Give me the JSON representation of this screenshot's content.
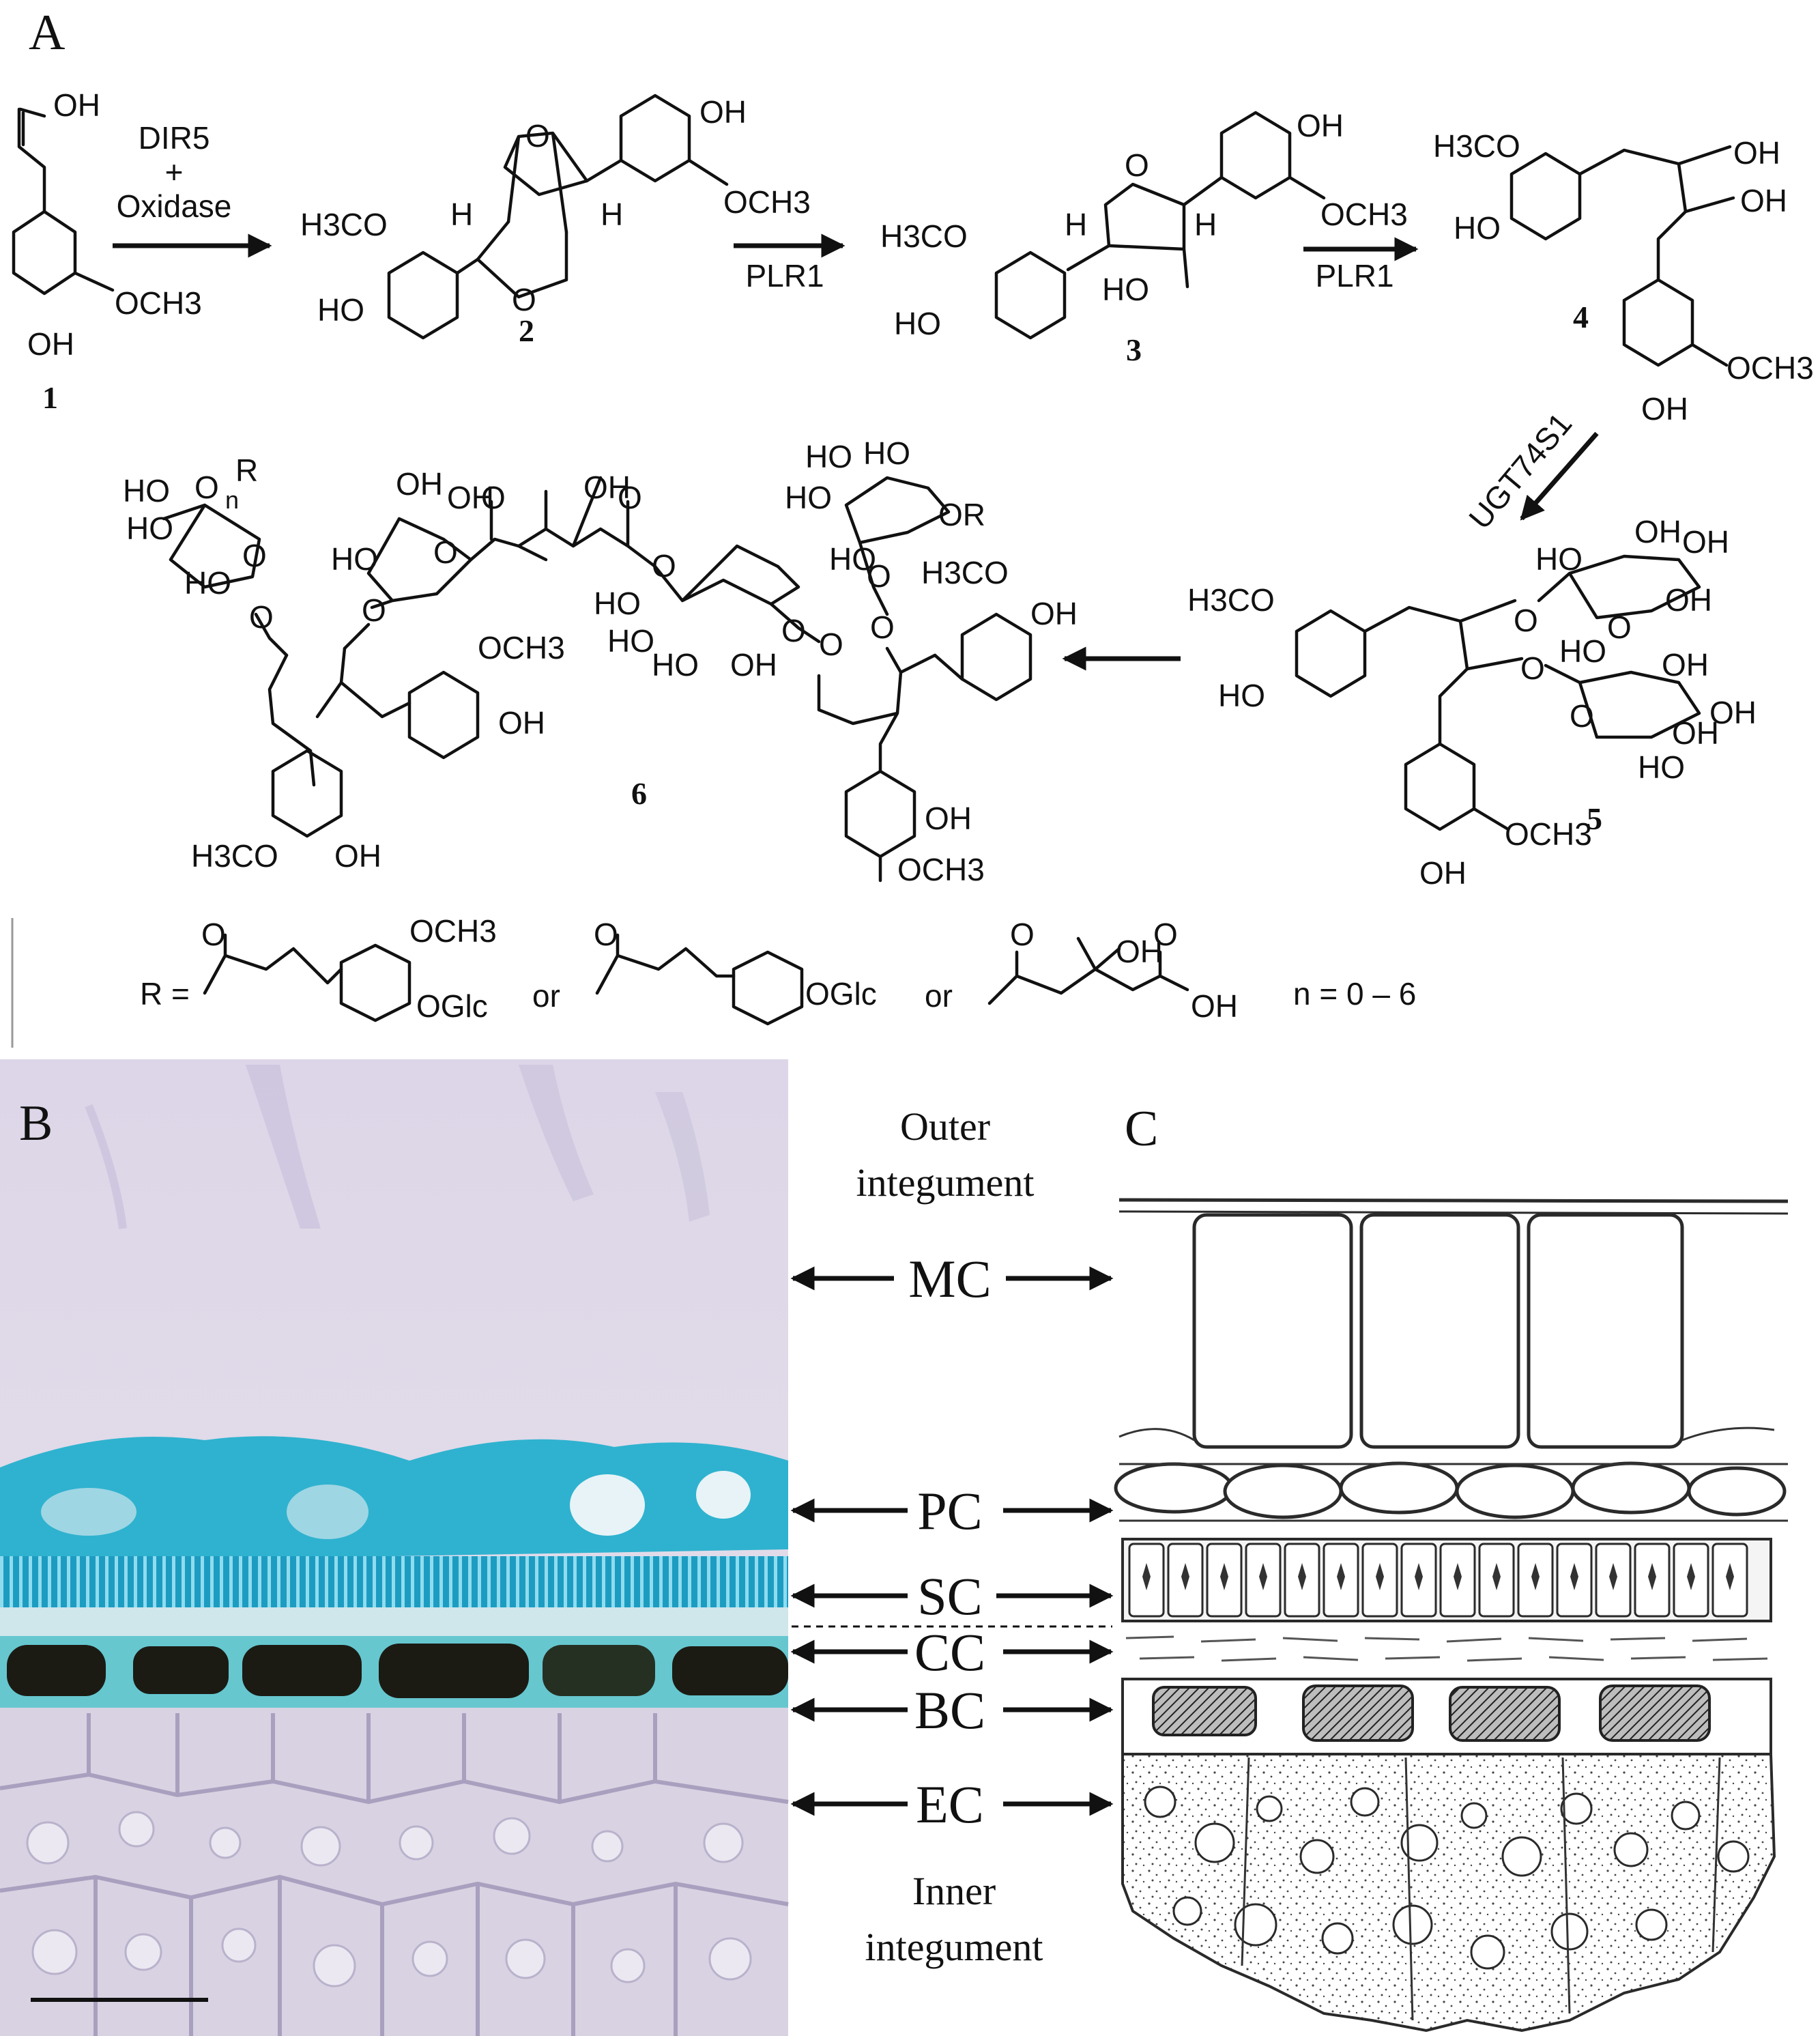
{
  "panels": {
    "a": "A",
    "b": "B",
    "c": "C"
  },
  "compounds": {
    "c1": "1",
    "c2": "2",
    "c3": "3",
    "c4": "4",
    "c5": "5",
    "c6": "6"
  },
  "enzymes": {
    "dir5": "DIR5",
    "plus": "+",
    "oxidase": "Oxidase",
    "plr1_a": "PLR1",
    "plr1_b": "PLR1",
    "ugt": "UGT74S1"
  },
  "groups": {
    "oh": "OH",
    "ho": "HO",
    "och3": "OCH3",
    "h3co": "H3CO",
    "h": "H",
    "o": "O",
    "r": "R",
    "or": "OR",
    "n": "n"
  },
  "r_definition": {
    "prefix": "R =",
    "or1": "or",
    "or2": "or",
    "oglc1": "OGlc",
    "oglc2": "OGlc",
    "n_range": "n = 0 – 6"
  },
  "layers": {
    "outer_integument": [
      "Outer",
      "integument"
    ],
    "inner_integument": [
      "Inner",
      "integument"
    ],
    "mc": "MC",
    "pc": "PC",
    "sc": "SC",
    "cc": "CC",
    "bc": "BC",
    "ec": "EC"
  },
  "colors": {
    "stain_teal": "#1fa6c6",
    "dark_cell": "#1b1b14",
    "mucilage": "#ddd8e6",
    "endosperm": "#d4cfdf"
  }
}
